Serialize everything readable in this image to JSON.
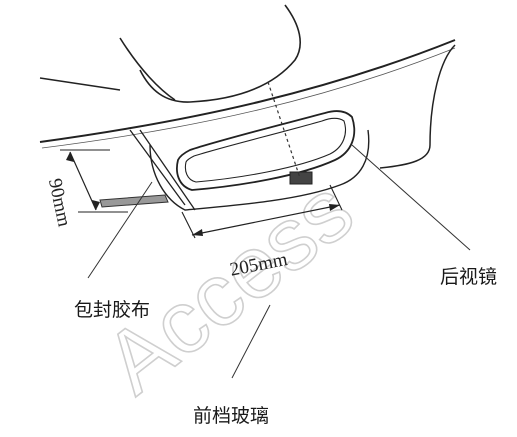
{
  "labels": {
    "tape": "包封胶布",
    "mirror": "后视镜",
    "windshield": "前档玻璃"
  },
  "dimensions": {
    "height": "90mm",
    "width": "205mm"
  },
  "watermark": "Access",
  "colors": {
    "line": "#222222",
    "watermark": "#cfcfcf",
    "background": "#ffffff"
  }
}
